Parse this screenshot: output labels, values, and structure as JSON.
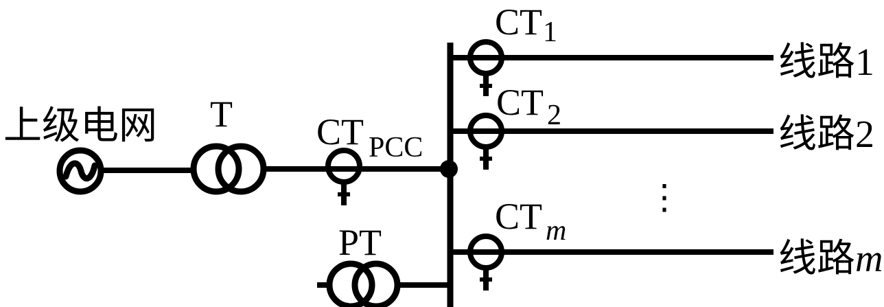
{
  "diagram": {
    "background": "#ffffff",
    "stroke_color": "#000000",
    "source": {
      "label": "上级电网"
    },
    "transformer": {
      "label": "T"
    },
    "pcc_ct": {
      "label_main": "CT",
      "label_sub": "PCC"
    },
    "pt": {
      "label": "PT"
    },
    "ellipsis": "⋮",
    "feeders": [
      {
        "ct_main": "CT",
        "ct_sub": "1",
        "line_main": "线路",
        "line_sub": "1"
      },
      {
        "ct_main": "CT",
        "ct_sub": "2",
        "line_main": "线路",
        "line_sub": "2"
      },
      {
        "ct_main": "CT",
        "ct_sub": "m",
        "line_main": "线路",
        "line_sub": "m"
      }
    ]
  }
}
